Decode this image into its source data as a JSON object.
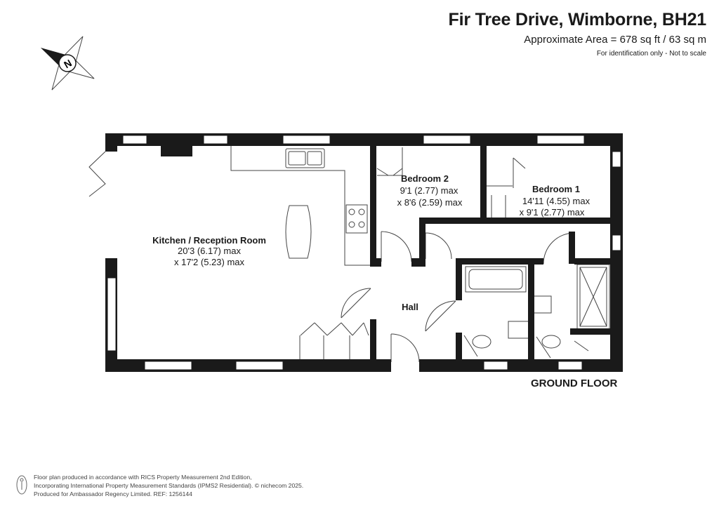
{
  "header": {
    "title": "Fir Tree Drive, Wimborne, BH21",
    "area": "Approximate Area = 678 sq ft / 63 sq m",
    "disclaimer": "For identification only - Not to scale"
  },
  "compass": {
    "letter": "N",
    "icon": "compass-rose-icon"
  },
  "rooms": {
    "kitchen": {
      "name": "Kitchen / Reception Room",
      "dim1": "20'3 (6.17) max",
      "dim2": "x 17'2 (5.23) max"
    },
    "bedroom2": {
      "name": "Bedroom 2",
      "dim1": "9'1 (2.77) max",
      "dim2": "x 8'6 (2.59) max"
    },
    "bedroom1": {
      "name": "Bedroom 1",
      "dim1": "14'11 (4.55) max",
      "dim2": "x 9'1 (2.77) max"
    },
    "hall": {
      "name": "Hall"
    }
  },
  "floor_label": "GROUND FLOOR",
  "footer": {
    "line1": "Floor plan produced in accordance with RICS Property Measurement 2nd Edition,",
    "line2": "Incorporating International Property Measurement Standards (IPMS2 Residential).  © nichecom 2025.",
    "line3": "Produced for Ambassador Regency Limited.   REF:  1256144",
    "icon": "person-icon"
  },
  "colors": {
    "wall": "#1a1a1a",
    "fixture": "#444444",
    "window": "#ffffff"
  }
}
